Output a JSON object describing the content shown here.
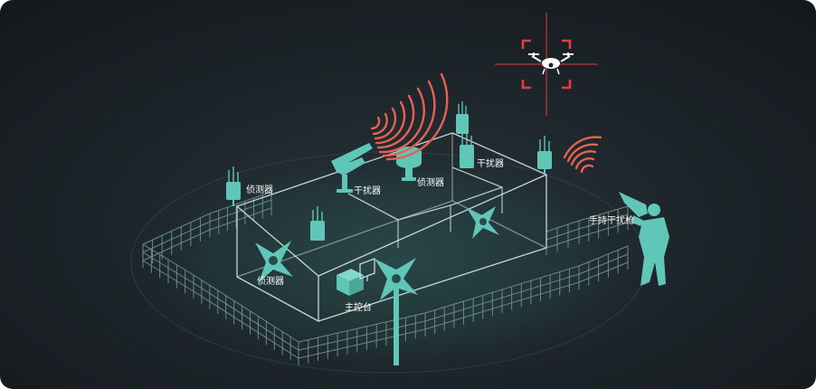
{
  "colors": {
    "teal": "#5fc6b8",
    "line": "#c8d6d8",
    "red": "#e53b3b",
    "wave": "#e4624f",
    "fence": "#6b8a86"
  },
  "labels": {
    "detector_left": "侦测器",
    "jammer_center": "干扰器",
    "detector_center": "侦测器",
    "jammer_right": "干扰器",
    "handheld_gun": "手持干扰枪",
    "detector_front": "侦测器",
    "console": "主控台"
  },
  "icons": [
    "drone-icon",
    "target-reticle-icon",
    "signal-wave-icon",
    "radio-antenna-icon",
    "radar-dish-icon",
    "jammer-gun-icon",
    "turret-icon",
    "fence-icon",
    "person-icon",
    "monitor-icon"
  ]
}
